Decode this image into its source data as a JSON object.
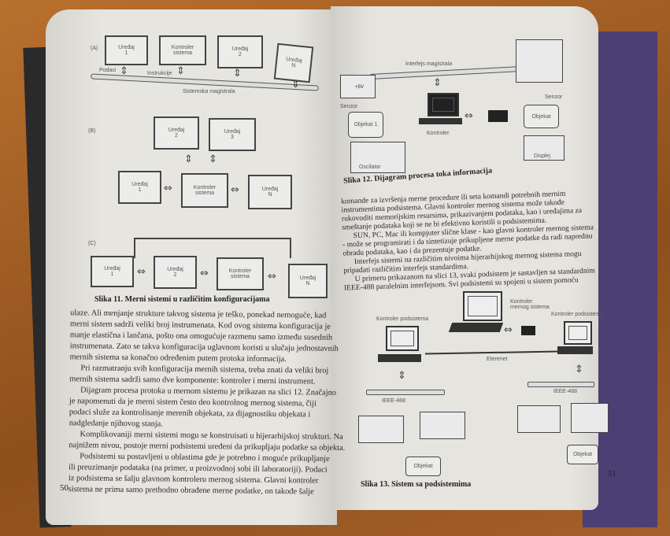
{
  "left_page": {
    "figure11": {
      "label_a": "(A)",
      "label_b": "(B)",
      "label_c": "(C)",
      "a_boxes": [
        "Uređaj\n1",
        "Kontroler\nsistema",
        "Uređaj\n2",
        "Uređaj\nN"
      ],
      "a_podaci": "Podaci",
      "a_instrukcije": "Instrukcije",
      "a_bus": "Sistemska magistrala",
      "b_boxes": [
        "Uređaj\n2",
        "Uređaj\n3",
        "Uređaj\n1",
        "Kontroler\nsistema",
        "Uređaj\nN"
      ],
      "c_boxes": [
        "Uređaj\n1",
        "Uređaj\n2",
        "Kontroler\nsistema",
        "Uređaj\nN"
      ],
      "caption": "Slika 11. Merni sistemi u različitim konfiguracijama"
    },
    "lines": [
      "ulaze. Ali menjanje strukture takvog sistema je teško, ponekad nemoguće, kad",
      "merni sistem sadrži veliki broj instrumenata. Kod ovog sistema konfiguracija je",
      "manje elastična i lančana, pošto ona omogućuje razmenu samo između susednih",
      "instrumenata. Zato se takva konfiguracija uglavnom koristi u slučaju jednostavnih",
      "mernih sistema sa konačno određenim putem protoka informacija.",
      "Pri razmatranju svih konfiguracija mernih sistema, treba znati da veliki broj",
      "mernih sistema sadrži samo dve komponente: kontroler i merni instrument.",
      "Dijagram procesa protoka u mernom sistemu je prikazan na slici 12. Značajno",
      "je napomenuti da je merni sistem često deo kontrolnog mernog sistema, čiji",
      "podaci služe za kontrolisanje merenih objekata, za dijagnostiku objekata i",
      "nadgledanje njihovog stanja.",
      "Komplikovaniji merni sistemi mogu se konstruisati u hijerarhijskoj strukturi. Na",
      "najnižem nivou, postoje merni podsistemi uređeni da prikupljaju podatke sa objekta.",
      "Podsistemi su postavljeni u oblastima gde je potrebno i moguće prikupljanje",
      "ili preuzimanje podataka (na primer, u proizvodnoj sobi ili laboratoriji). Podaci",
      "iz podsistema se šalju glavnom kontroleru mernog sistema. Glavni kontroler",
      "sistema ne prima samo prethodno obrađene merne podatke, on takođe šalje"
    ],
    "page_number": "50"
  },
  "right_page": {
    "figure12": {
      "bus": "Interfejs magistrala",
      "sensor_left": "Senzor",
      "sensor_right": "Senzor",
      "device_left": "+5V",
      "object1": "Objekat 1",
      "object": "Objekat",
      "controller": "Kontroler",
      "oscillator": "Oscilator",
      "display": "Displej",
      "caption": "Slika 12. Dijagram procesa toka informacija"
    },
    "lines": [
      "komande za izvršenja merne procedure ili seta komandi potrebnih mernim",
      "instrumentima podsistema. Glavni kontroler mernog sistema može takođe",
      "rukovoditi memorijskim resursima, prikazivanjem podataka, kao i uređajima za",
      "smeštanje podataka koji se ne bi efektivno koristili u podsistemima.",
      "SUN, PC, Mac ili kompjuter slične klase - kao glavni kontroler mernog sistema",
      "- može se programirati i da sintetizuje prikupljene merne podatke da radi naprednu",
      "obradu podataka, kao i da prezentuje podatke.",
      "Interfejs sistemi na različitim nivoima hijerarhijskog mernog sistema mogu",
      "pripadati različitim interfejs standardima.",
      "U primeru prikazanom na slici 13, svaki podsistem je sastavljen sa standardnim",
      "IEEE-488 paralelnim interfejsom. Svi podsistemi su spojeni u sistem pomoću"
    ],
    "figure13": {
      "main_controller": "Kontroler\nmernog sistema",
      "sub_left": "Kontroler podsistema",
      "sub_right": "Kontroler podsistema",
      "ethernet": "Eterenet",
      "ieee_left": "IEEE-488",
      "ieee_right": "IEEE-488",
      "object_left": "Objekat",
      "object_right": "Objekat",
      "caption": "Slika 13. Sistem sa podsistemima"
    },
    "page_number": "51"
  }
}
